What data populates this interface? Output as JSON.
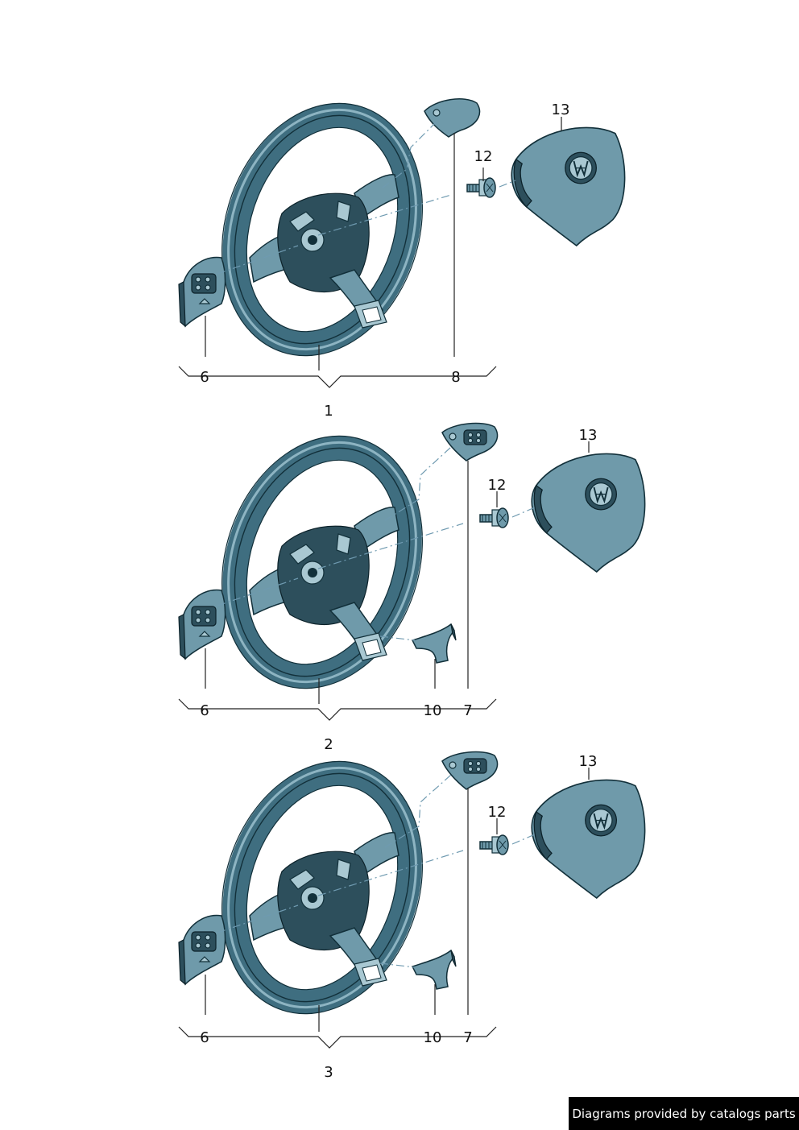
{
  "groups": [
    {
      "id": "1",
      "label": "1",
      "callouts": {
        "left_switch": "6",
        "right_switch": "8",
        "bolt": "12",
        "airbag": "13"
      }
    },
    {
      "id": "2",
      "label": "2",
      "callouts": {
        "left_switch": "6",
        "trim": "10",
        "right_switch": "7",
        "bolt": "12",
        "airbag": "13"
      }
    },
    {
      "id": "3",
      "label": "3",
      "callouts": {
        "left_switch": "6",
        "trim": "10",
        "right_switch": "7",
        "bolt": "12",
        "airbag": "13"
      }
    }
  ],
  "footer": {
    "text": "Diagrams provided by catalogs parts"
  },
  "colors": {
    "part_fill": "#6f9aaa",
    "outline": "#12303a",
    "footer_bg": "#000000"
  }
}
